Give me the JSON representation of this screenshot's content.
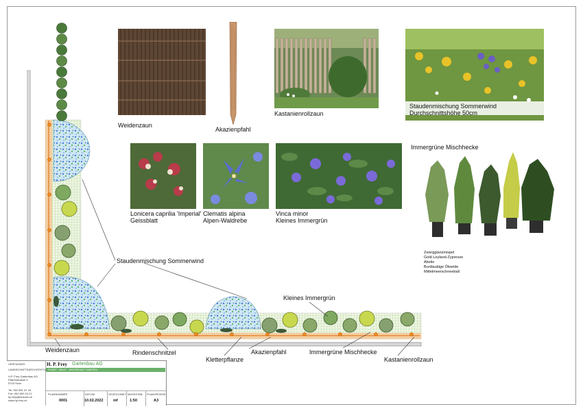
{
  "photos": {
    "weidenzaun": "Weidenzaun",
    "akazienpfahl": "Akazienpfahl",
    "kastanienrollzaun": "Kastanienrollzaun",
    "stauden_line1": "Staudenmischung Sommerwind",
    "stauden_line2": "Durchschnittshöhe 50cm",
    "lonicera_line1": "Lonicera caprilia 'Imperial'",
    "lonicera_line2": "Geissblatt",
    "clematis_line1": "Clematis alpina",
    "clematis_line2": "Alpen-Waldrebe",
    "vinca_line1": "Vinca minor",
    "vinca_line2": "Kleines Immergrün",
    "hecke_title": "Immergrüne Mischhecke",
    "hecke_list": [
      "Zwergglanzmispel",
      "Gold-Leyland-Zypresse",
      "Abelie",
      "Buntlaubige Ölweide",
      "Mittelmeerschneeball"
    ]
  },
  "plan_labels": {
    "staudenmischung": "Staudenmischung Sommerwind",
    "kleines_immergruen": "Kleines Immergrün",
    "weidenzaun": "Weidenzaun",
    "rindenschnitzel": "Rindenschnitzel",
    "kletterpflanze": "Kletterpflanze",
    "akazienpfahl": "Akazienpfahl",
    "immergruene_mischhecke": "Immergrüne Mischhecke",
    "kastanienrollzaun": "Kastanienrollzaun"
  },
  "title_block": {
    "verfasser_label": "VERFASSER:",
    "verfasser_value": "LANDSCHAFTSARCHITEKTUR",
    "company_bold": "H. P. Frey",
    "company_green": "Gartenbau AG",
    "subline": "PLANT · BAUT · UNTERHÄLT GÄRTEN",
    "address": [
      "H.P. Frey Gartenbau AG",
      "Pfarrerstrasse 3",
      "5703 Seon",
      "",
      "Tel. 062 891 31 18",
      "Fax. 062 892 04 21",
      "hp.frey@bluewin.ch",
      "www.hp-frey.ch"
    ],
    "fields": [
      {
        "label": "PLANNUMMER",
        "value": "0001"
      },
      {
        "label": "DATUM",
        "value": "10.02.2022"
      },
      {
        "label": "GEZEICHNET",
        "value": "mf"
      },
      {
        "label": "MASSSTAB",
        "value": "1:50"
      },
      {
        "label": "PLANGRÖSSE",
        "value": "A3"
      }
    ]
  },
  "colors": {
    "accent_green": "#5aa05a",
    "fence_orange": "#e07a20",
    "mulch": "#f3c89a",
    "perennial_blue": "#b8d8ee",
    "lawn_hatch": "#b9d89f"
  }
}
